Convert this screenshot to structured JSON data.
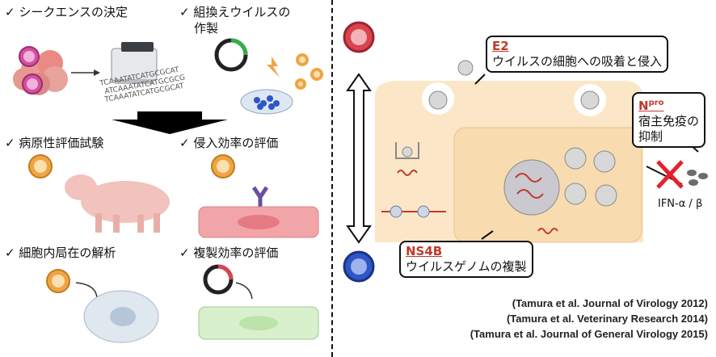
{
  "left": {
    "steps": {
      "sequence": "✓ シークエンスの決定",
      "recombinant_line1": "✓ 組換えウイルスの",
      "recombinant_line2": "作製",
      "pathogenicity": "✓ 病原性評価試験",
      "invasion": "✓ 侵入効率の評価",
      "localization": "✓ 細胞内局在の解析",
      "replication": "✓ 複製効率の評価"
    },
    "sequence_text": [
      "TCAAATATCATGCGCAT",
      "ATCAAATATCATGCGCG",
      "TCAAATATCATGCGCAT"
    ]
  },
  "right": {
    "labels": {
      "e2_key": "E2",
      "e2_text": "ウイルスの細胞への吸着と侵入",
      "npro_key": "N",
      "npro_sup": "pro",
      "npro_line1": "宿主免疫の",
      "npro_line2": "抑制",
      "ns4b_key": "NS4B",
      "ns4b_text": "ウイルスゲノムの複製",
      "ifn": "IFN-α / β"
    },
    "references": [
      "(Tamura et al. Journal of Virology 2012)",
      "(Tamura et al. Veterinary Research 2014)",
      "(Tamura et al. Journal of General Virology 2015)"
    ]
  },
  "colors": {
    "virus_red": "#d9444f",
    "virus_blue": "#2f56c8",
    "virus_pink": "#d64fa0",
    "virus_orange": "#f0a443",
    "cell_bg": "#fbe7c7",
    "accent_red": "#c0392b"
  }
}
